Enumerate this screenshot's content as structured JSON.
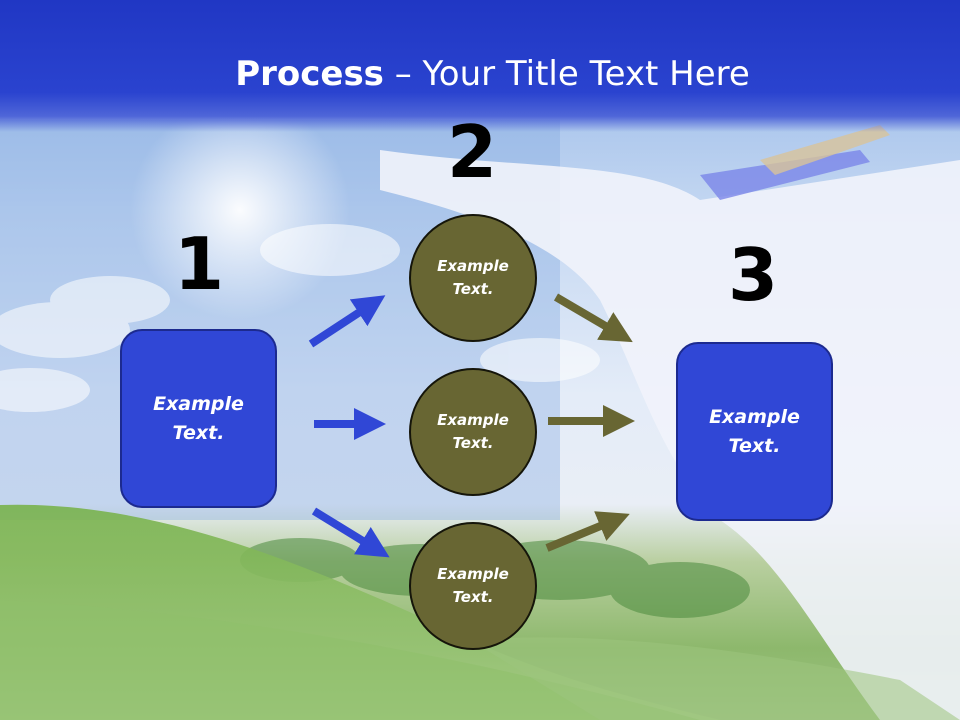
{
  "title": {
    "bold": "Process",
    "rest": " – Your Title Text Here"
  },
  "steps": {
    "n1": "1",
    "n2": "2",
    "n3": "3"
  },
  "left_box": {
    "line1": "Example",
    "line2": "Text."
  },
  "circles": [
    {
      "line1": "Example",
      "line2": "Text."
    },
    {
      "line1": "Example",
      "line2": "Text."
    },
    {
      "line1": "Example",
      "line2": "Text."
    }
  ],
  "right_box": {
    "line1": "Example",
    "line2": "Text."
  },
  "colors": {
    "title_bar": "#2037c4",
    "box_fill": "#3047d6",
    "circle_fill": "#686633",
    "blue_arrow": "#3047d6",
    "olive_arrow": "#686633"
  }
}
